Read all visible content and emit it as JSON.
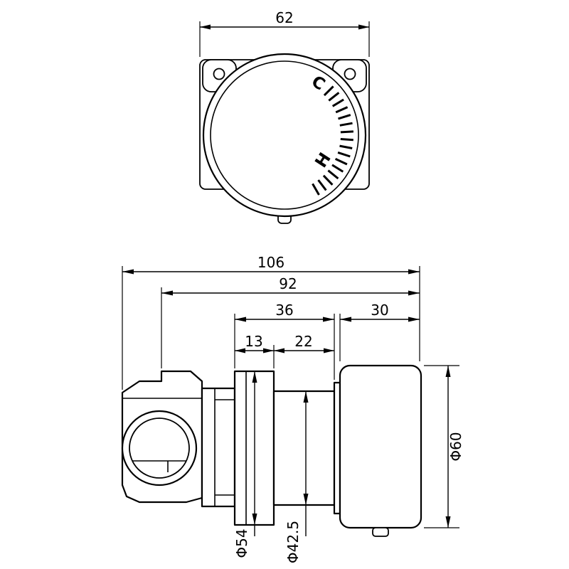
{
  "colors": {
    "line": "#000000",
    "background": "#ffffff"
  },
  "front_view": {
    "dim_width": "62",
    "cold_label": "C",
    "hot_label": "H"
  },
  "side_view": {
    "dim_overall": "106",
    "dim_body_to_end": "92",
    "dim_mid": "36",
    "dim_knob": "30",
    "dim_flange": "13",
    "dim_sleeve": "22",
    "dia_flange": "Φ54",
    "dia_sleeve": "Φ42.5",
    "dia_knob": "Φ60"
  }
}
